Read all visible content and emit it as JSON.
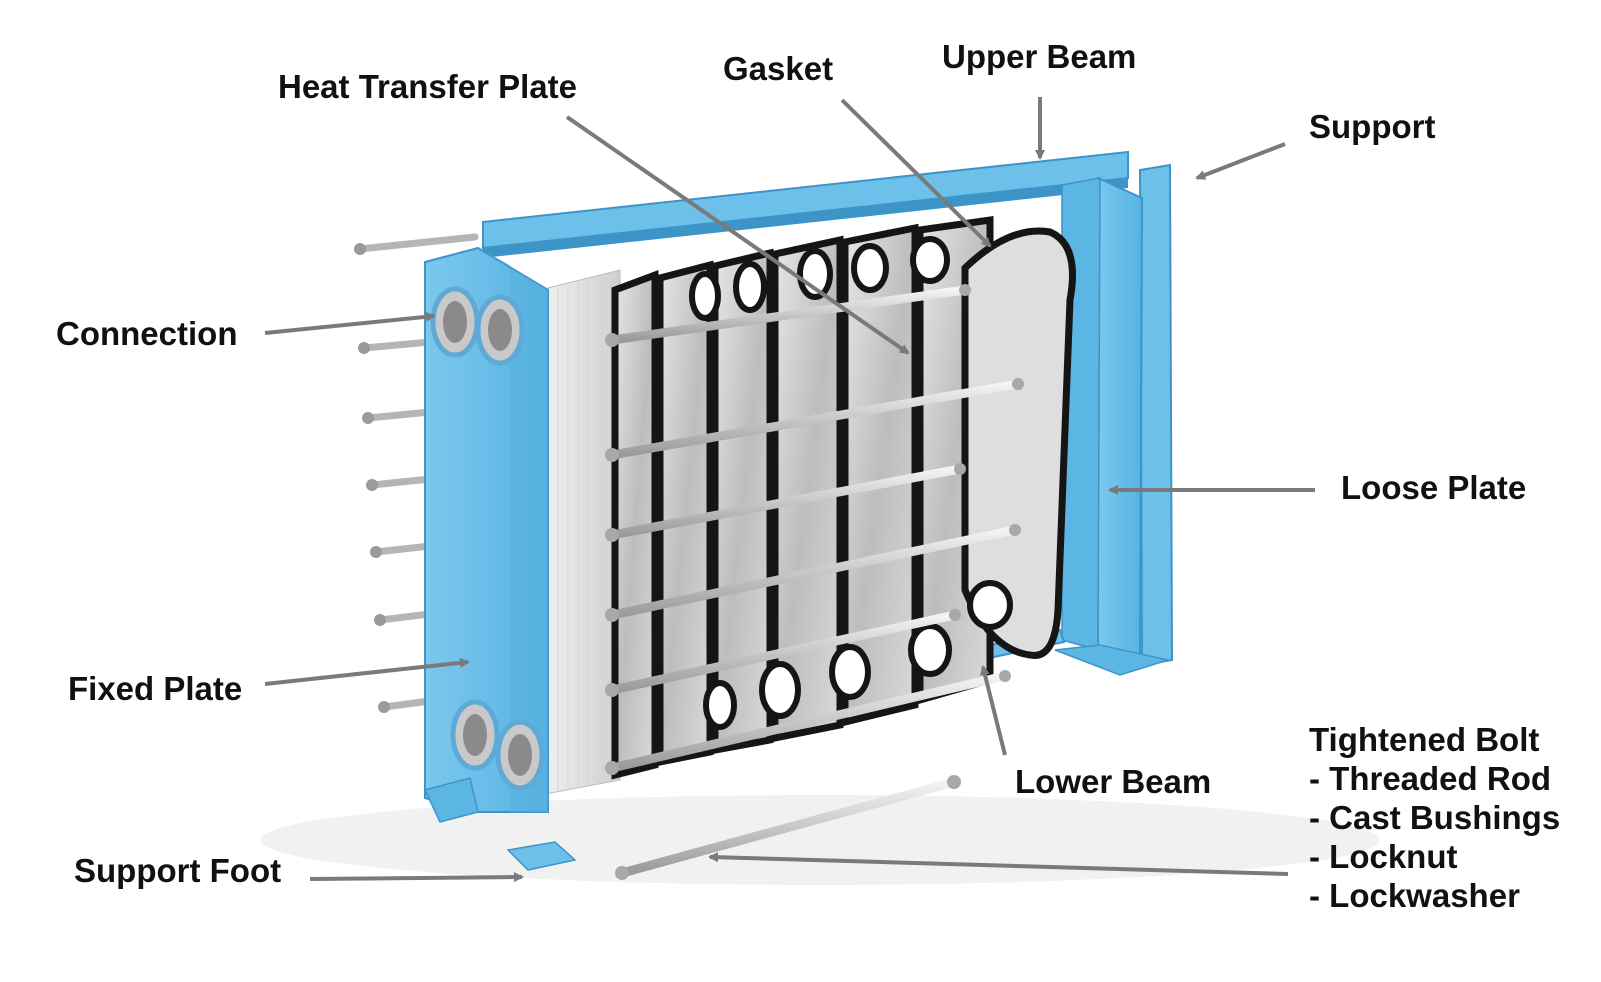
{
  "colors": {
    "frame": "#6cc0ea",
    "frame_dark": "#3d94c7",
    "frame_light": "#a4dbf5",
    "plate": "#c6c6c6",
    "gasket": "#151515",
    "rod": "#d8d8d8",
    "leader": "#7a7a7a",
    "label_text": "#111111"
  },
  "labels": {
    "heat_transfer_plate": "Heat Transfer Plate",
    "gasket": "Gasket",
    "upper_beam": "Upper Beam",
    "support": "Support",
    "connection": "Connection",
    "loose_plate": "Loose Plate",
    "fixed_plate": "Fixed Plate",
    "lower_beam": "Lower Beam",
    "support_foot": "Support Foot",
    "tightened_bolt": {
      "title": "Tightened Bolt",
      "items": [
        "- Threaded Rod",
        "- Cast Bushings",
        "- Locknut",
        "- Lockwasher"
      ]
    }
  }
}
